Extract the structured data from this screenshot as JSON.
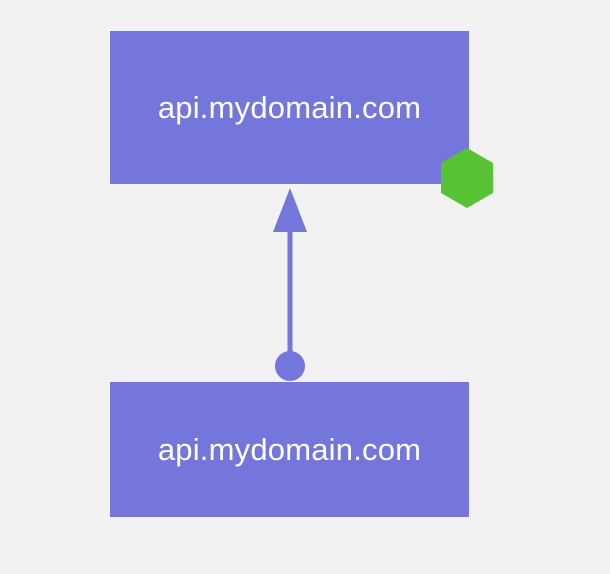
{
  "diagram": {
    "nodes": [
      {
        "id": "top",
        "label": "api.mydomain.com"
      },
      {
        "id": "bottom",
        "label": "api.mydomain.com"
      }
    ],
    "edges": [
      {
        "from": "bottom",
        "to": "top",
        "tail": "dot",
        "head": "arrow"
      }
    ],
    "badge": {
      "icon": "green-hexagon-icon",
      "attached_to": "top"
    }
  },
  "colors": {
    "background": "#f2f2f2",
    "node_fill": "#7476db",
    "node_text": "#ffffff",
    "connector": "#7476db",
    "badge": "#56c234"
  }
}
